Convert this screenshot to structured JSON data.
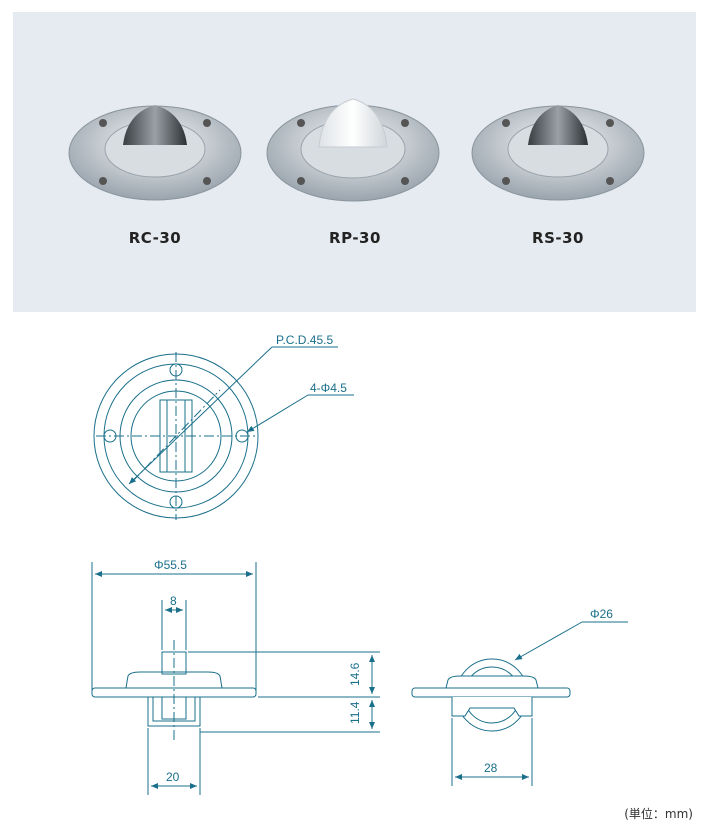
{
  "products": [
    {
      "model": "RC-30",
      "wheel": "steel"
    },
    {
      "model": "RP-30",
      "wheel": "white-plastic"
    },
    {
      "model": "RS-30",
      "wheel": "steel"
    }
  ],
  "dimensions": {
    "pcd": "P.C.D.45.5",
    "holes": "4-Φ4.5",
    "flange_diameter": "Φ55.5",
    "wheel_width": "8",
    "height_above": "14.6",
    "height_below": "11.4",
    "bracket_width": "20",
    "wheel_diameter": "Φ26",
    "side_width": "28"
  },
  "unit_label": "(単位：mm)",
  "colors": {
    "panel": "#e6ebf2",
    "line": "#1a6f8a"
  }
}
